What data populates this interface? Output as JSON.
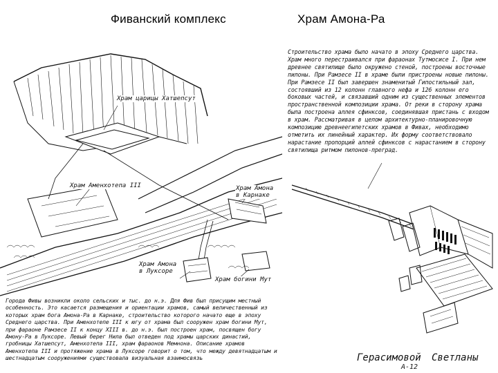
{
  "titles": {
    "left": "Фиванский комплекс",
    "right": "Храм Амона-Ра"
  },
  "left_panel": {
    "labels": {
      "hatshepsut": "Храм царицы Хатшепсут",
      "amenhotep": "Храм Аменхотепа III",
      "amon_karnak": "Храм Амона в Карнаке",
      "amon_luxor": "Храм Амона в Луксоре",
      "mut": "Храм богини Мут"
    },
    "paragraph": "Города Фивы возникли около сельских и тыс. до н.э. Для Фив был присущим местный особенность. Это касается размещения и ориентации храмов, самый величественный из которых храм бога Амона-Ра в Карнаке, строительство которого начато еще в эпоху Среднего царства. При Аменхотепе III к югу от храма был сооружен храм богини Мут, при фараоне Рамзесе II к концу XIII в. до н.э. был построен храм, посвящен богу Амону-Ра в Луксоре. Левый берег Нила был отведен под храмы царских династий, гробницы Хатшепсут, Аменхотепа III, храм фараонов Мемнона. Описание храмов Аменхотепа III и протяжение храма в Луксоре говорит о том, что между девятнадцатым и шестнадцатым сооружениями существовала визуальная взаимосвязь"
  },
  "right_panel": {
    "paragraph": "Строительство храма было начато в эпоху Среднего царства. Храм много перестраивался при фараонах Тутмосисе I. При нем древнее святилище было окружено стеной, построены восточные пилоны. При Рамзесе II в храме были пристроены новые пилоны. При Рамзесе II был завершен знаменитый Гипостильный зал, состоявший из 12 колонн главного нефа и 126 колонн его боковых частей, и связавший одним из существенных элементов пространственной композиции храма. От реки в сторону храма была построена аллея сфинксов, соединявшая пристань с входом в храм. Рассматривая в целом архитектурно-планировочную композицию древнеегипетских храмов в Фивах, необходимо отметить их линейный характер. Их форму соответствовало нарастание пропорций аллей сфинксов с нарастанием в сторону святилища ритмом пилонов-преград.",
    "signature_left": "Герасимовой",
    "signature_right": "Светланы",
    "signature_sub": "А-12"
  }
}
